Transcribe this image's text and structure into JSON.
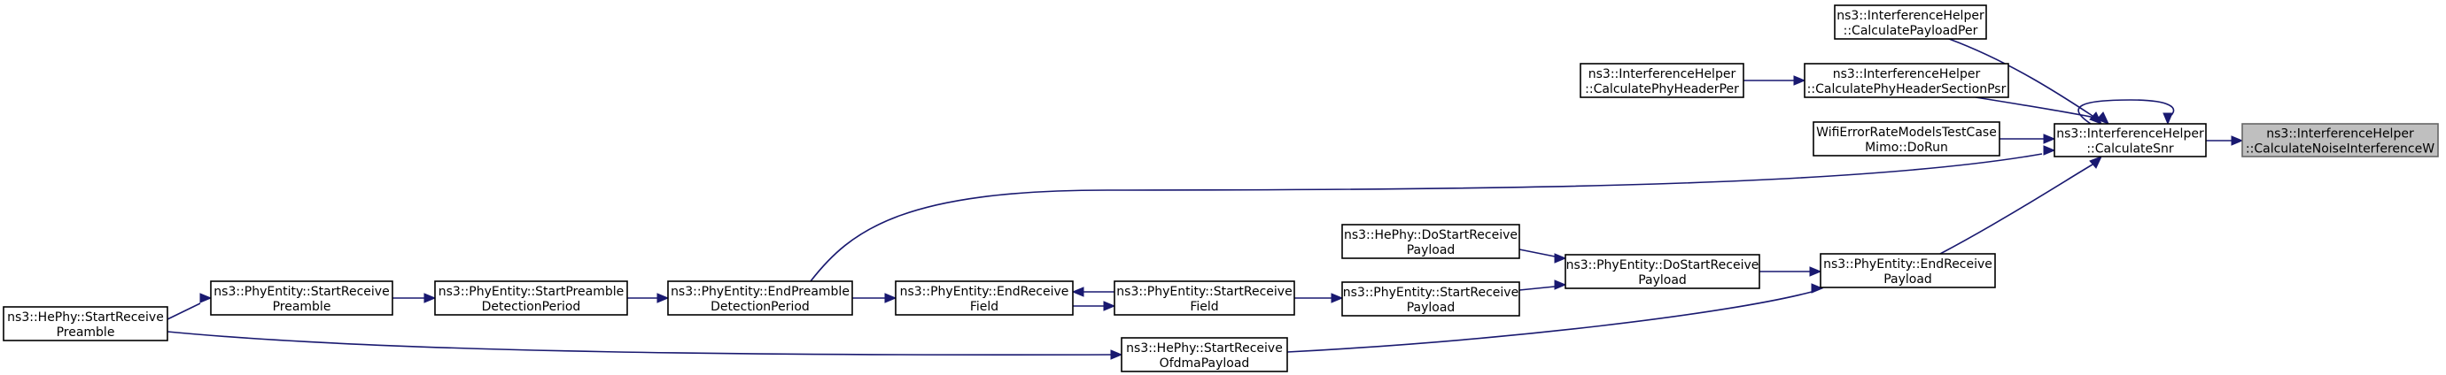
{
  "colors": {
    "edge": "#191970",
    "focus_fill": "#bfbfbf",
    "node_border": "#000000",
    "background": "#ffffff"
  },
  "nodes": [
    {
      "id": "focus",
      "lines": [
        "ns3::InterferenceHelper",
        "::CalculateNoiseInterferenceW"
      ],
      "focus": true
    },
    {
      "id": "calcSnr",
      "lines": [
        "ns3::InterferenceHelper",
        "::CalculateSnr"
      ]
    },
    {
      "id": "payloadPer",
      "lines": [
        "ns3::InterferenceHelper",
        "::CalculatePayloadPer"
      ]
    },
    {
      "id": "phyHeaderSectionPsr",
      "lines": [
        "ns3::InterferenceHelper",
        "::CalculatePhyHeaderSectionPsr"
      ]
    },
    {
      "id": "phyHeaderPer",
      "lines": [
        "ns3::InterferenceHelper",
        "::CalculatePhyHeaderPer"
      ]
    },
    {
      "id": "mimoDoRun",
      "lines": [
        "WifiErrorRateModelsTestCase",
        "Mimo::DoRun"
      ]
    },
    {
      "id": "endReceivePayload",
      "lines": [
        "ns3::PhyEntity::EndReceive",
        "Payload"
      ]
    },
    {
      "id": "doStartReceivePayload",
      "lines": [
        "ns3::PhyEntity::DoStartReceive",
        "Payload"
      ]
    },
    {
      "id": "heDoStartReceivePayload",
      "lines": [
        "ns3::HePhy::DoStartReceive",
        "Payload"
      ]
    },
    {
      "id": "startReceivePayload",
      "lines": [
        "ns3::PhyEntity::StartReceive",
        "Payload"
      ]
    },
    {
      "id": "startReceiveField",
      "lines": [
        "ns3::PhyEntity::StartReceive",
        "Field"
      ]
    },
    {
      "id": "endReceiveField",
      "lines": [
        "ns3::PhyEntity::EndReceive",
        "Field"
      ]
    },
    {
      "id": "endPreambleDetection",
      "lines": [
        "ns3::PhyEntity::EndPreamble",
        "DetectionPeriod"
      ]
    },
    {
      "id": "startPreambleDetection",
      "lines": [
        "ns3::PhyEntity::StartPreamble",
        "DetectionPeriod"
      ]
    },
    {
      "id": "startReceivePreamble",
      "lines": [
        "ns3::PhyEntity::StartReceive",
        "Preamble"
      ]
    },
    {
      "id": "heStartReceivePreamble",
      "lines": [
        "ns3::HePhy::StartReceive",
        "Preamble"
      ]
    },
    {
      "id": "heStartReceiveOfdma",
      "lines": [
        "ns3::HePhy::StartReceive",
        "OfdmaPayload"
      ]
    }
  ],
  "edges": [
    {
      "from": "calcSnr",
      "to": "focus"
    },
    {
      "from": "calcSnr",
      "to": "calcSnr"
    },
    {
      "from": "payloadPer",
      "to": "calcSnr"
    },
    {
      "from": "phyHeaderSectionPsr",
      "to": "calcSnr"
    },
    {
      "from": "phyHeaderPer",
      "to": "phyHeaderSectionPsr"
    },
    {
      "from": "mimoDoRun",
      "to": "calcSnr"
    },
    {
      "from": "endReceivePayload",
      "to": "calcSnr"
    },
    {
      "from": "endPreambleDetection",
      "to": "calcSnr"
    },
    {
      "from": "doStartReceivePayload",
      "to": "endReceivePayload"
    },
    {
      "from": "heStartReceiveOfdma",
      "to": "endReceivePayload"
    },
    {
      "from": "heDoStartReceivePayload",
      "to": "doStartReceivePayload"
    },
    {
      "from": "startReceivePayload",
      "to": "doStartReceivePayload"
    },
    {
      "from": "startReceiveField",
      "to": "startReceivePayload"
    },
    {
      "from": "startReceiveField",
      "to": "endReceiveField"
    },
    {
      "from": "endReceiveField",
      "to": "startReceiveField"
    },
    {
      "from": "endPreambleDetection",
      "to": "endReceiveField"
    },
    {
      "from": "startPreambleDetection",
      "to": "endPreambleDetection"
    },
    {
      "from": "startReceivePreamble",
      "to": "startPreambleDetection"
    },
    {
      "from": "heStartReceivePreamble",
      "to": "startReceivePreamble"
    },
    {
      "from": "heStartReceivePreamble",
      "to": "heStartReceiveOfdma"
    }
  ]
}
